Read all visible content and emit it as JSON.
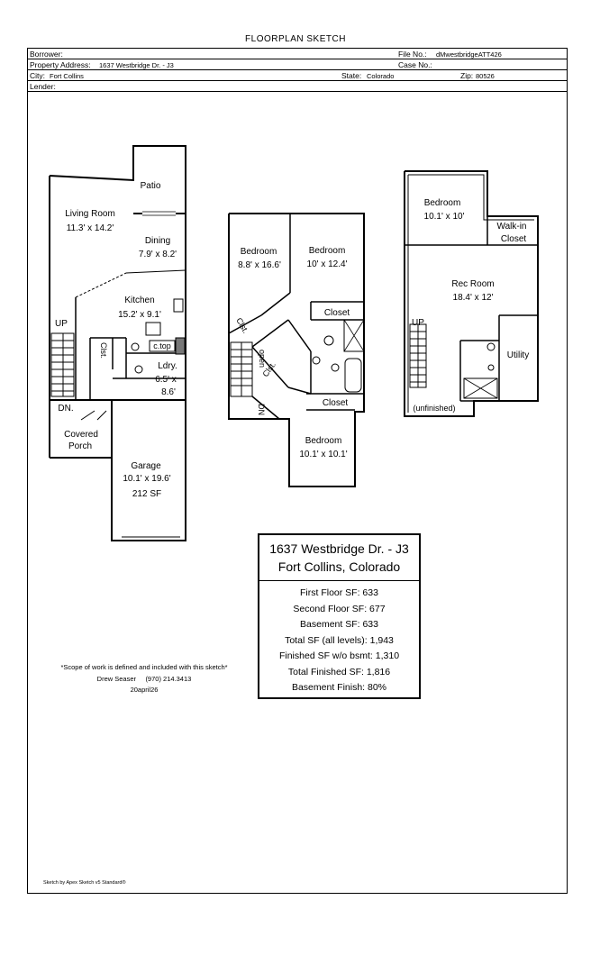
{
  "document_title": "FLOORPLAN SKETCH",
  "header": {
    "borrower_label": "Borrower:",
    "file_no_label": "File No.:",
    "file_no": "dMwestbridgeATT426",
    "property_address_label": "Property Address:",
    "property_address": "1637 Westbridge Dr. - J3",
    "case_no_label": "Case No.:",
    "city_label": "City:",
    "city": "Fort Collins",
    "state_label": "State:",
    "state": "Colorado",
    "zip_label": "Zip:",
    "zip": "80526",
    "lender_label": "Lender:"
  },
  "first_floor": {
    "patio": "Patio",
    "living_room": "Living Room",
    "living_room_dims": "11.3' x 14.2'",
    "dining": "Dining",
    "dining_dims": "7.9' x 8.2'",
    "kitchen": "Kitchen",
    "kitchen_dims": "15.2' x 9.1'",
    "up": "UP",
    "dn": "DN.",
    "clst": "Clst.",
    "ctop": "c.top",
    "ldry": "Ldry.",
    "ldry_dims_1": "6.5' x",
    "ldry_dims_2": "8.6'",
    "covered_porch_1": "Covered",
    "covered_porch_2": "Porch",
    "garage": "Garage",
    "garage_dims": "10.1' x 19.6'",
    "garage_sf": "212 SF"
  },
  "second_floor": {
    "bedroom_1": "Bedroom",
    "bedroom_1_dims": "8.8' x 16.6'",
    "bedroom_2": "Bedroom",
    "bedroom_2_dims": "10' x 12.4'",
    "closet_1": "Closet",
    "clst_1": "Clst.",
    "open": "open",
    "clst_2": "Clst.",
    "dn": "DN",
    "closet_2": "Closet",
    "bedroom_3": "Bedroom",
    "bedroom_3_dims": "10.1' x 10.1'"
  },
  "basement": {
    "bedroom": "Bedroom",
    "bedroom_dims": "10.1' x 10'",
    "walkin_1": "Walk-in",
    "walkin_2": "Closet",
    "rec_room": "Rec Room",
    "rec_room_dims": "18.4' x 12'",
    "up": "UP",
    "utility": "Utility",
    "unfinished": "(unfinished)"
  },
  "summary": {
    "address_line1": "1637 Westbridge Dr. - J3",
    "address_line2": "Fort Collins, Colorado",
    "lines": [
      "First Floor SF: 633",
      "Second Floor SF: 677",
      "Basement SF: 633",
      "Total SF (all levels): 1,943",
      "Finished SF w/o bsmt: 1,310",
      "Total Finished SF: 1,816",
      "Basement Finish: 80%"
    ]
  },
  "note": {
    "scope": "*Scope of work is defined and included with this sketch*",
    "author": "Drew Seaser     (970) 214.3413",
    "date": "20april26"
  },
  "credit": "Sketch by Apex Sketch v5 Standard®"
}
